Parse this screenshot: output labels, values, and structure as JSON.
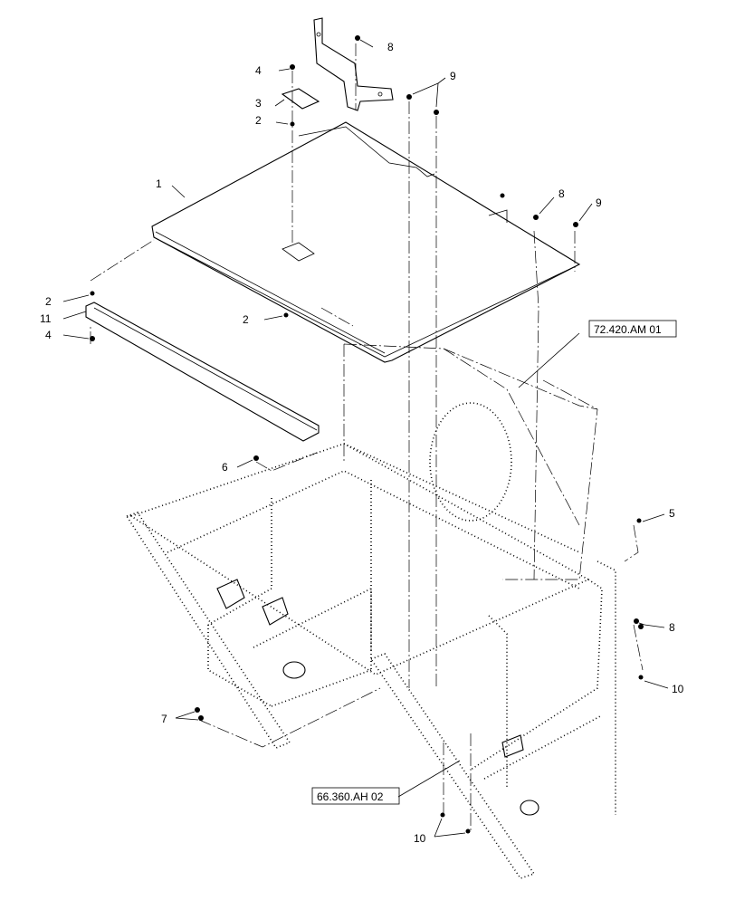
{
  "diagram": {
    "callouts": [
      "1",
      "2",
      "3",
      "4",
      "2",
      "4",
      "11",
      "2",
      "5",
      "6",
      "7",
      "8",
      "8",
      "8",
      "9",
      "9",
      "10",
      "10"
    ],
    "references": [
      "72.420.AM 01",
      "66.360.AH 02"
    ],
    "line_color": "#000000",
    "background": "#ffffff"
  }
}
